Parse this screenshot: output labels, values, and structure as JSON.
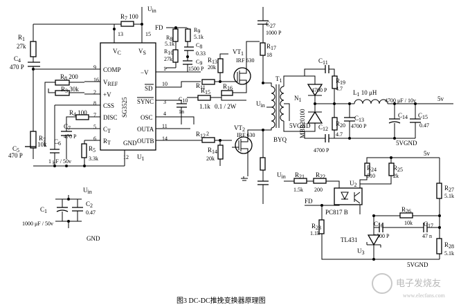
{
  "figure": {
    "caption": "图3   DC-DC推挽变换器原理图"
  },
  "watermark": {
    "text": "电子发烧友",
    "url": "www.elecfans.com"
  },
  "ic_u1": {
    "part": "SG3525",
    "ref": "U",
    "ref_sub": "1",
    "pins_left": [
      {
        "num": "13",
        "name": "V",
        "sub": "C"
      },
      {
        "num": "9",
        "name": "COMP"
      },
      {
        "num": "16",
        "name": "V",
        "sub": "REF"
      },
      {
        "num": "2",
        "name": "+V"
      },
      {
        "num": "8",
        "name": "CSS"
      },
      {
        "num": "7",
        "name": "DISC"
      },
      {
        "num": "5",
        "name": "C",
        "sub": "T"
      },
      {
        "num": "6",
        "name": "R",
        "sub": "T"
      }
    ],
    "pins_top": [
      {
        "num": "15",
        "name": "V",
        "sub": "S"
      }
    ],
    "pins_right": [
      {
        "num": "1",
        "name": "−V"
      },
      {
        "num": "10",
        "name": "SD"
      },
      {
        "num": "3",
        "name": "SYNC"
      },
      {
        "num": "4",
        "name": "OSC"
      },
      {
        "num": "11",
        "name": "OUTA"
      },
      {
        "num": "14",
        "name": "OUTB"
      }
    ],
    "pin_bottom": {
      "num": "12",
      "name": "GND"
    }
  },
  "supply": {
    "uin": "U",
    "uin_sub": "in",
    "fd": "FD",
    "out_5v": "5v",
    "out_5v_b": "5v",
    "gnd_5v": "5VGND",
    "gnd_5v_b": "5VGND",
    "gnd_5v_c": "5VGND",
    "gnd": "GND"
  },
  "components": {
    "R1": {
      "ref": "R",
      "sub": "1",
      "value": "27k"
    },
    "C4": {
      "ref": "C",
      "sub": "4",
      "value": "470 P"
    },
    "R7a": {
      "ref": "R",
      "sub": "7",
      "value": "100"
    },
    "R8": {
      "ref": "R",
      "sub": "8",
      "value": "200"
    },
    "R3": {
      "ref": "R",
      "sub": "3",
      "value": "30k"
    },
    "R4": {
      "ref": "R",
      "sub": "4",
      "value": "100"
    },
    "C7": {
      "ref": "C",
      "sub": "7",
      "value": "470 P"
    },
    "R7b": {
      "ref": "R",
      "sub": "7",
      "value": "10k"
    },
    "C5": {
      "ref": "C",
      "sub": "5",
      "value": "470 P"
    },
    "C6": {
      "ref": "C",
      "sub": "6",
      "value": "1 μF / 50v"
    },
    "R5": {
      "ref": "R",
      "sub": "5",
      "value": "3.3k"
    },
    "R8b": {
      "ref": "R",
      "sub": "8",
      "value": "5.1k"
    },
    "R9": {
      "ref": "R",
      "sub": "9",
      "value": "5.1k"
    },
    "C8": {
      "ref": "C",
      "sub": "8",
      "value": "0.33"
    },
    "R10": {
      "ref": "R",
      "sub": "10",
      "value": "27k"
    },
    "C9": {
      "ref": "C",
      "sub": "9",
      "value": "1500 P"
    },
    "R13": {
      "ref": "R",
      "sub": "13",
      "value": "20k"
    },
    "R11": {
      "ref": "R",
      "sub": "11",
      "value": "2"
    },
    "C10": {
      "ref": "C",
      "sub": "10",
      "value": "1n"
    },
    "R15": {
      "ref": "R",
      "sub": "15",
      "value": "1.1k"
    },
    "R16": {
      "ref": "R",
      "sub": "16",
      "value": "0.1 / 2W"
    },
    "R12": {
      "ref": "R",
      "sub": "12",
      "value": "2"
    },
    "R14": {
      "ref": "R",
      "sub": "14",
      "value": "20k"
    },
    "VT1": {
      "ref": "VT",
      "sub": "1",
      "value": "IRF 630"
    },
    "VT2": {
      "ref": "VT",
      "sub": "2",
      "value": "IRF 630"
    },
    "C27": {
      "ref": "C",
      "sub": "27",
      "value": "1000 P"
    },
    "R17": {
      "ref": "R",
      "sub": "17",
      "value": "18"
    },
    "T1": {
      "ref": "T",
      "sub": "1",
      "value": "BYQ"
    },
    "N1": {
      "ref": "N",
      "sub": "1"
    },
    "MBR": {
      "value": "MBR20100"
    },
    "C11": {
      "ref": "C",
      "sub": "11",
      "value": "4700 P"
    },
    "R19": {
      "ref": "R",
      "sub": "19",
      "value": "4.7"
    },
    "C12": {
      "ref": "C",
      "sub": "12",
      "value": "4700 P"
    },
    "R20": {
      "ref": "R",
      "sub": "20",
      "value": "4.7"
    },
    "L1": {
      "ref": "L",
      "sub": "1",
      "value": "10 μH"
    },
    "C13": {
      "ref": "C",
      "sub": "13",
      "value": "4700 P"
    },
    "C14": {
      "ref": "C",
      "sub": "14",
      "value": "4700 μF / 10v"
    },
    "C15": {
      "ref": "C",
      "sub": "15",
      "value": "0.47"
    },
    "C1": {
      "ref": "C",
      "sub": "1",
      "value": "1000 μF / 50v"
    },
    "C2": {
      "ref": "C",
      "sub": "2",
      "value": "0.47"
    },
    "R21": {
      "ref": "R",
      "sub": "21",
      "value": "1.5k"
    },
    "R22": {
      "ref": "R",
      "sub": "22",
      "value": "200"
    },
    "U2": {
      "ref": "U",
      "sub": "2",
      "value": "PC817 B"
    },
    "R23": {
      "ref": "R",
      "sub": "23",
      "value": "1.1k"
    },
    "R24": {
      "ref": "R",
      "sub": "24",
      "value": "510"
    },
    "R25": {
      "ref": "R",
      "sub": "25",
      "value": "2k"
    },
    "R26": {
      "ref": "R",
      "sub": "26",
      "value": "10k"
    },
    "C16": {
      "ref": "C",
      "sub": "16",
      "value": "1500 P"
    },
    "C17": {
      "ref": "C",
      "sub": "17",
      "value": "47 n"
    },
    "R27": {
      "ref": "R",
      "sub": "27",
      "value": "5.1k"
    },
    "R28": {
      "ref": "R",
      "sub": "28",
      "value": "5.1k"
    },
    "U3": {
      "ref": "U",
      "sub": "3",
      "value": "TL431"
    }
  }
}
